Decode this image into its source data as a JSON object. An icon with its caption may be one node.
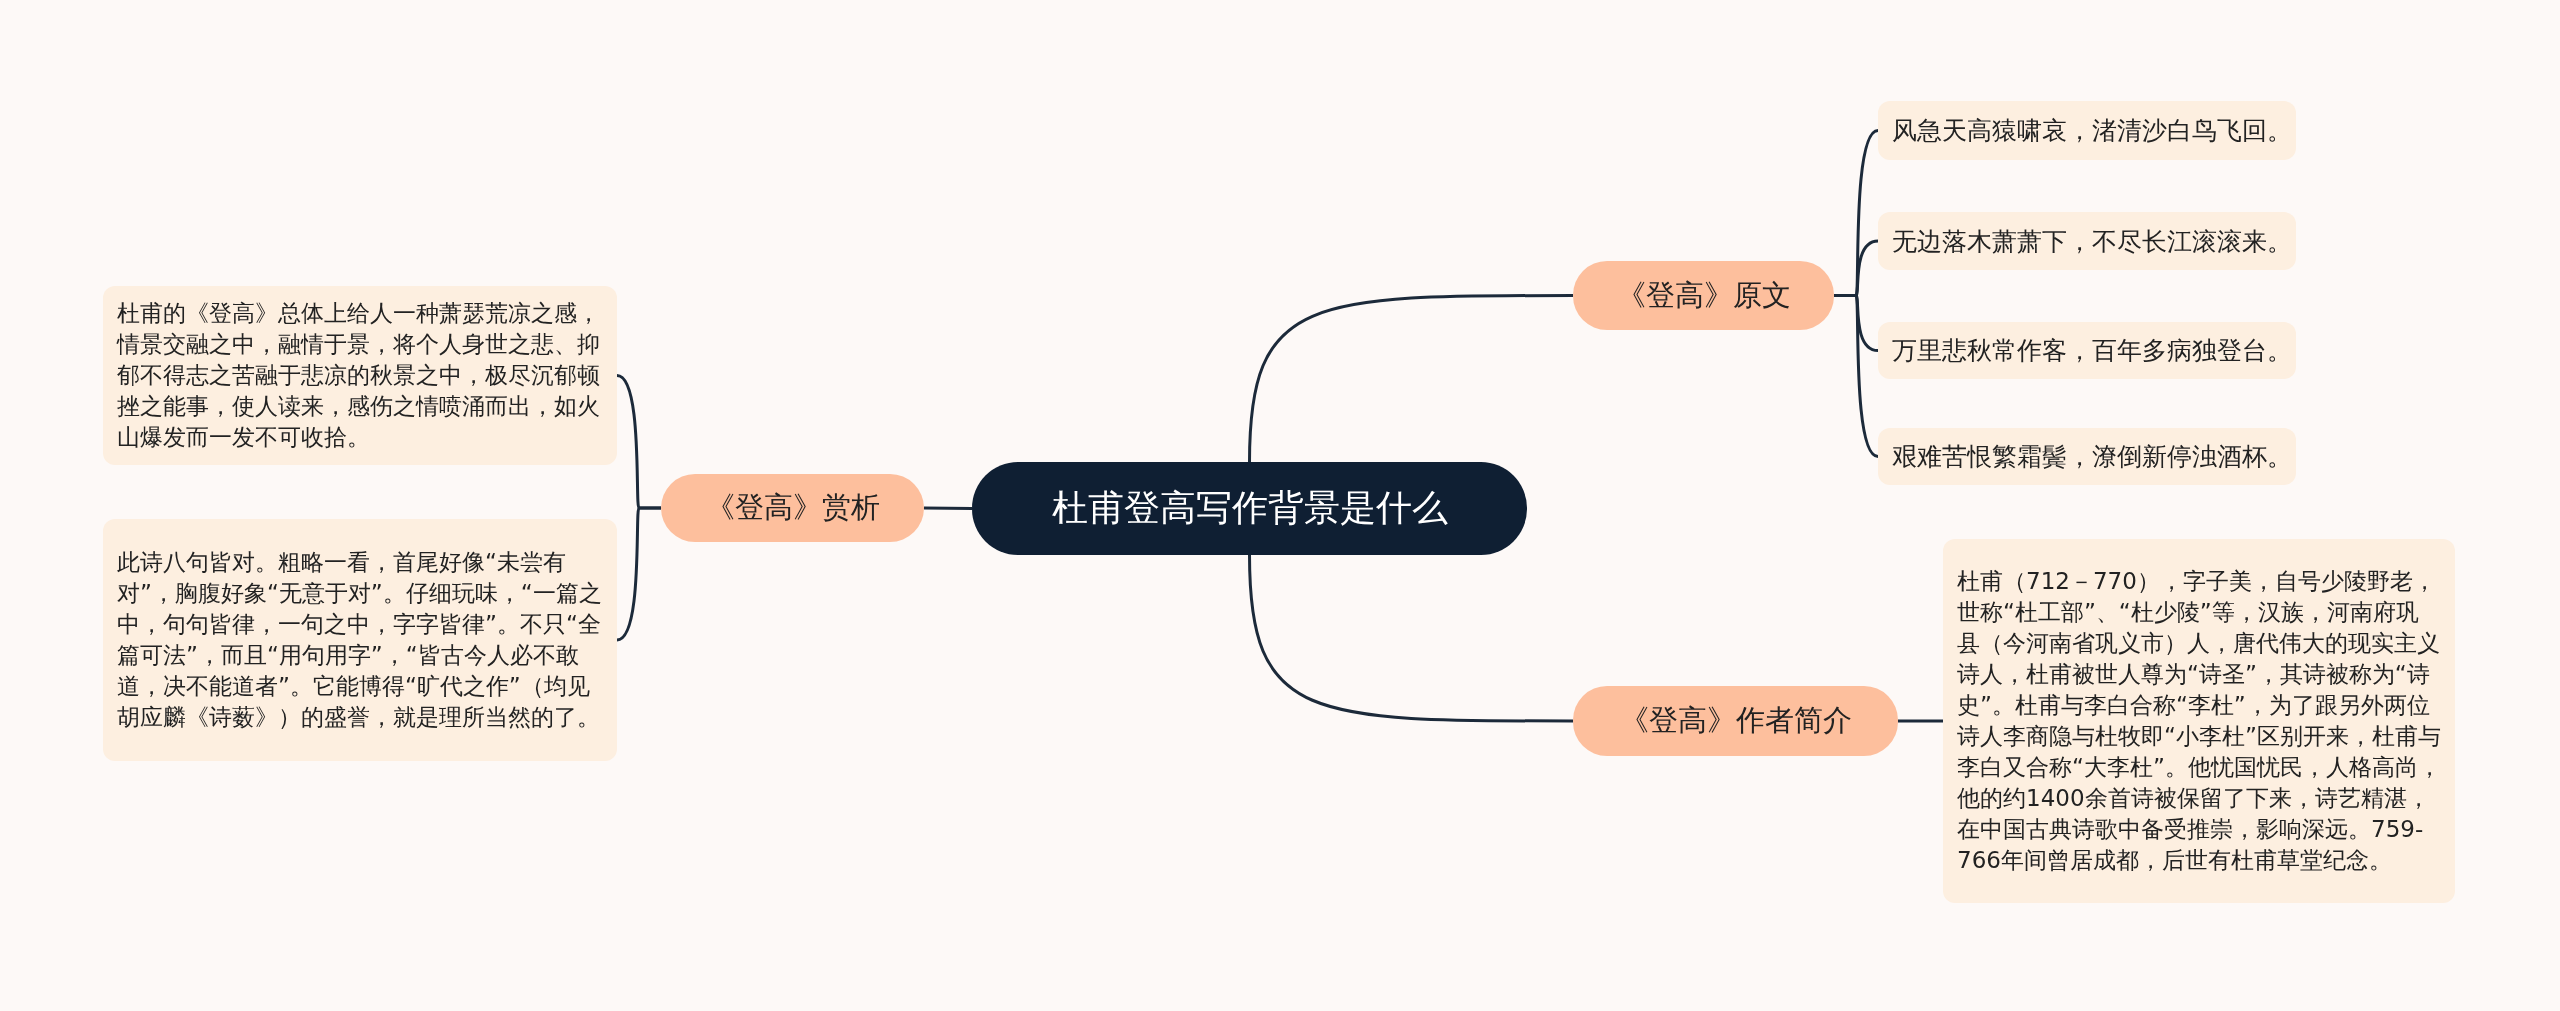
{
  "diagram": {
    "nodes": [
      {
        "text": [
          "杜甫登高写作背景是什么"
        ]
      },
      {
        "text": [
          "《登高》原文"
        ]
      },
      {
        "text": [
          "风急天高猿啸哀，渚清沙白鸟飞回。"
        ]
      },
      {
        "text": [
          "无边落木萧萧下，不尽长江滚滚来。"
        ]
      },
      {
        "text": [
          "万里悲秋常作客，百年多病独登台。"
        ]
      },
      {
        "text": [
          "艰难苦恨繁霜鬓，潦倒新停浊酒杯。"
        ]
      },
      {
        "text": [
          "《登高》作者简介"
        ]
      },
      {
        "text": [
          "杜甫（712－770），字子美，自号少陵野老，世称“杜工部”、“杜少陵”等，汉族，河南府巩县（今河南省巩义市）人，唐代伟大的现实主义诗人，杜甫被世人尊为“诗圣”，其诗被称为“诗史”。杜甫与李白合称“李杜”，为了跟另外两位诗人李商隐与杜牧即“小李杜”区别开来，杜甫与李白又合称“大李杜”。他忧国忧民，人格高尚，他的约1400余首诗被保留了下来，诗艺精湛，在中国古典诗歌中备受推崇，影响深远。759-766年间曾居成都，后世有杜甫草堂纪念。"
        ]
      },
      {
        "text": [
          "《登高》赏析"
        ]
      },
      {
        "text": [
          "杜甫的《登高》总体上给人一种萧瑟荒凉之感，情景交融之中，融情于景，将个人身世之悲、抑郁不得志之苦融于悲凉的秋景之中，极尽沉郁顿挫之能事，使人读来，感伤之情喷涌而出，如火山爆发而一发不可收拾。"
        ]
      },
      {
        "text": [
          "此诗八句皆对。粗略一看，首尾好像“未尝有对”，胸腹好象“无意于对”。仔细玩味，“一篇之中，句句皆律，一句之中，字字皆律”。不只“全篇可法”，而且“用句用字”，“皆古今人必不敢道，决不能道者”。它能博得“旷代之作”（均见胡应麟《诗薮》）的盛誉，就是理所当然的了。"
        ]
      }
    ],
    "edges": [
      {
        "from": 0,
        "to": 1,
        "arrow": "none"
      },
      {
        "from": 1,
        "to": 2,
        "arrow": "none"
      },
      {
        "from": 1,
        "to": 3,
        "arrow": "none"
      },
      {
        "from": 1,
        "to": 4,
        "arrow": "none"
      },
      {
        "from": 1,
        "to": 5,
        "arrow": "none"
      },
      {
        "from": 0,
        "to": 6,
        "arrow": "none"
      },
      {
        "from": 6,
        "to": 7,
        "arrow": "none"
      },
      {
        "from": 0,
        "to": 8,
        "arrow": "none"
      },
      {
        "from": 8,
        "to": 9,
        "arrow": "none"
      },
      {
        "from": 8,
        "to": 10,
        "arrow": "none"
      }
    ]
  }
}
